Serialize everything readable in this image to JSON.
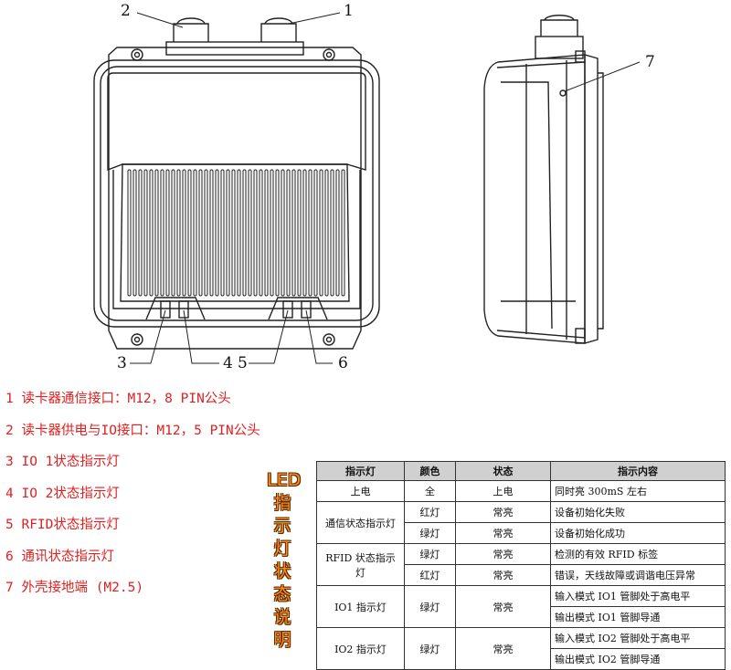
{
  "callouts": [
    "2",
    "1",
    "7",
    "3",
    "4",
    "5",
    "6"
  ],
  "legend": [
    "1 读卡器通信接口：M12，8 PIN公头",
    "2 读卡器供电与IO接口：M12，5 PIN公头",
    "3 IO 1状态指示灯",
    "4 IO 2状态指示灯",
    "5 RFID状态指示灯",
    "6 通讯状态指示灯",
    "7 外壳接地端 (M2.5)"
  ],
  "vertical_title": [
    "LED",
    "指",
    "示",
    "灯",
    "状",
    "态",
    "说",
    "明"
  ],
  "table": {
    "headers": [
      "指示灯",
      "颜色",
      "状态",
      "指示内容"
    ],
    "rows": [
      {
        "name": "上电",
        "color": "全",
        "state": "上电",
        "content": "同时亮 300mS 左右"
      },
      {
        "name": "通信状态指示灯",
        "color": "红灯",
        "state": "常亮",
        "content": "设备初始化失败"
      },
      {
        "color": "绿灯",
        "state": "常亮",
        "content": "设备初始化成功"
      },
      {
        "name": "RFID 状态指示灯",
        "color": "绿灯",
        "state": "常亮",
        "content": "检测的有效 RFID 标签"
      },
      {
        "color": "红灯",
        "state": "常亮",
        "content": "错误，天线故障或调谐电压异常"
      },
      {
        "name": "IO1 指示灯",
        "color": "绿灯",
        "state": "常亮",
        "content": "输入模式 IO1 管脚处于高电平"
      },
      {
        "content": "输出模式 IO1 管脚导通"
      },
      {
        "name": "IO2 指示灯",
        "color": "绿灯",
        "state": "常亮",
        "content": "输入模式 IO2 管脚处于高电平"
      },
      {
        "content": "输出模式 IO2 管脚导通"
      }
    ]
  }
}
